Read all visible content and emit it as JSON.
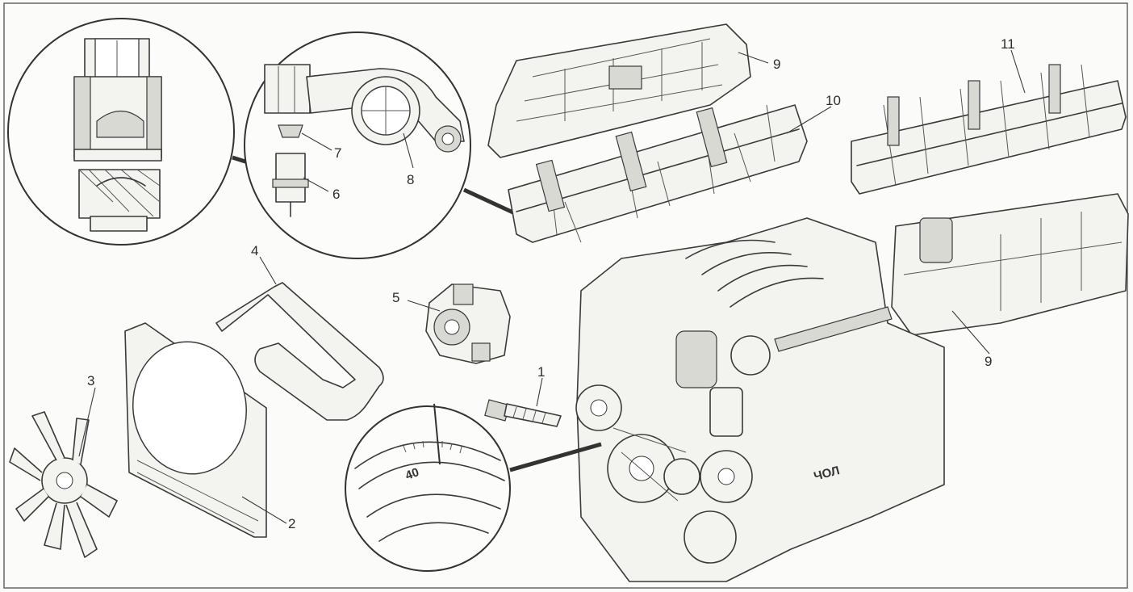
{
  "callouts": [
    {
      "id": "1",
      "text": "1"
    },
    {
      "id": "2",
      "text": "2"
    },
    {
      "id": "3",
      "text": "3"
    },
    {
      "id": "4",
      "text": "4"
    },
    {
      "id": "5",
      "text": "5"
    },
    {
      "id": "6",
      "text": "6"
    },
    {
      "id": "7",
      "text": "7"
    },
    {
      "id": "8",
      "text": "8"
    },
    {
      "id": "9a",
      "text": "9"
    },
    {
      "id": "9b",
      "text": "9"
    },
    {
      "id": "10",
      "text": "10"
    },
    {
      "id": "11",
      "text": "11"
    }
  ],
  "dial_marking": "40",
  "colors": {
    "paper": "#fbfbf9",
    "line": "#3a3a3a",
    "shade": "#d9d9d4"
  }
}
